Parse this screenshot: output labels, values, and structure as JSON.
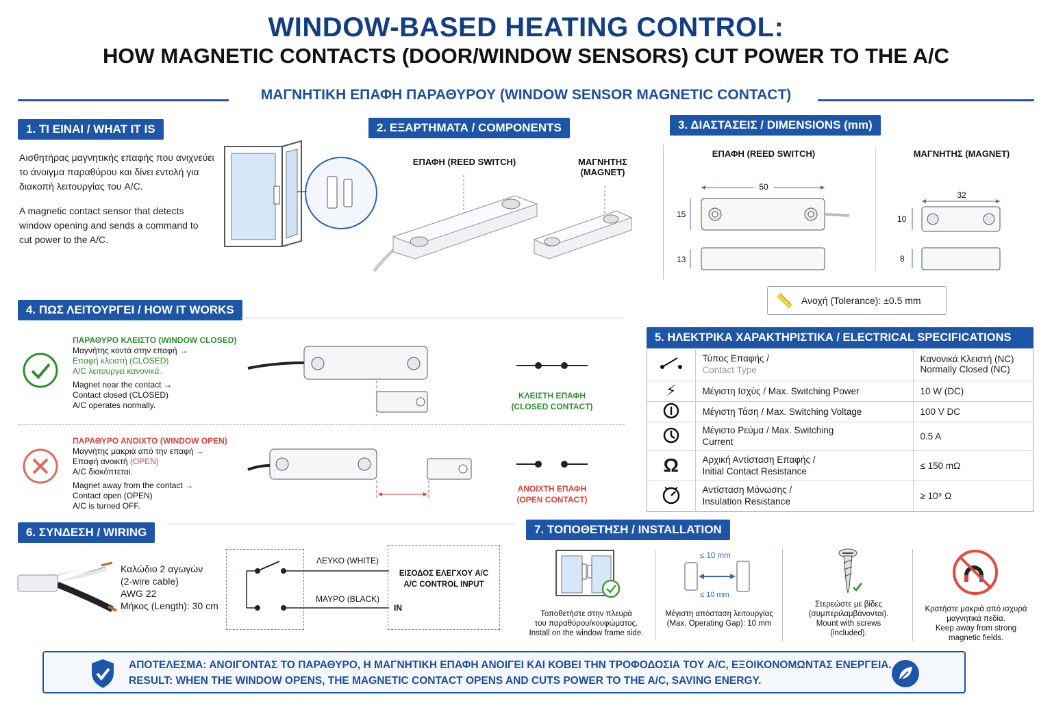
{
  "header": {
    "title": "WINDOW-BASED HEATING CONTROL:",
    "subtitle": "HOW MAGNETIC CONTACTS (DOOR/WINDOW SENSORS) CUT POWER TO THE A/C",
    "section_title": "ΜΑΓΝΗΤΙΚΗ ΕΠΑΦΗ ΠΑΡΑΘΥΡΟΥ (WINDOW SENSOR MAGNETIC CONTACT)"
  },
  "what_it_is": {
    "heading": "1. ΤΙ ΕΙΝΑΙ / WHAT IT IS",
    "greek": [
      "Αισθητήρας μαγνητικής επαφής που ανιχνεύει",
      "το άνοιγμα παραθύρου και δίνει εντολή για",
      "διακοπή λειτουργίας του A/C."
    ],
    "english": [
      "A magnetic contact sensor that detects",
      "window opening and sends a command to",
      "cut power to the A/C."
    ]
  },
  "components": {
    "heading": "2. ΕΞΑΡΤΗΜΑΤΑ / COMPONENTS",
    "reed_label": "ΕΠΑΦΗ (REED SWITCH)",
    "magnet_label_1": "ΜΑΓΝΗΤΗΣ",
    "magnet_label_2": "(MAGNET)"
  },
  "dimensions": {
    "heading": "3. ΔΙΑΣΤΑΣΕΙΣ / DIMENSIONS (mm)",
    "reed_label": "ΕΠΑΦΗ (REED SWITCH)",
    "magnet_label": "ΜΑΓΝΗΤΗΣ (MAGNET)",
    "reed_length": "50",
    "reed_height": "15",
    "reed_base_height": "13",
    "magnet_length": "32",
    "magnet_height": "10",
    "magnet_base_height": "8",
    "tolerance": "Ανοχή (Tolerance): ±0.5 mm"
  },
  "how_it_works": {
    "heading": "4. ΠΩΣ ΛΕΙΤΟΥΡΓΕΙ / HOW IT WORKS",
    "closed": {
      "title": "ΠΑΡΑΘΥΡΟ ΚΛΕΙΣΤΟ (WINDOW CLOSED)",
      "l1": "Μαγνήτης κοντά στην επαφή →",
      "l2": "Επαφή κλειστή (CLOSED)",
      "l3": "A/C λειτουργεί κανονικά.",
      "e1": "Magnet near the contact →",
      "e2": "Contact closed (CLOSED)",
      "e3": "A/C operates normally.",
      "state_1": "ΚΛΕΙΣΤΗ ΕΠΑΦΗ",
      "state_2": "(CLOSED CONTACT)"
    },
    "open": {
      "title": "ΠΑΡΑΘΥΡΟ ΑΝΟΙΧΤΟ (WINDOW OPEN)",
      "l1": "Μαγνήτης μακριά από την επαφή →",
      "l2a": "Επαφή ανοικτή ",
      "l2b": "(OPEN)",
      "l3": "A/C διακόπτεται.",
      "e1": "Magnet away from the contact →",
      "e2": "Contact open (OPEN)",
      "e3": "A/C is turned OFF.",
      "state_1": "ΑΝΟΙΧΤΗ ΕΠΑΦΗ",
      "state_2": "(OPEN CONTACT)"
    }
  },
  "electrical": {
    "heading": "5. ΗΛΕΚΤΡΙΚΑ ΧΑΡΑΚΤΗΡΙΣΤΙΚΑ / ELECTRICAL SPECIFICATIONS",
    "rows": [
      {
        "icon": "switch-icon",
        "name_1": "Τύπος Επαφής /",
        "name_2": "Contact Type",
        "value_1": "Κανονικά Κλειστή (NC)",
        "value_2": "Normally Closed (NC)"
      },
      {
        "icon": "lightning-icon",
        "name_1": "Μέγιστη Ισχύς / Max. Switching Power",
        "name_2": "",
        "value_1": "10 W (DC)",
        "value_2": ""
      },
      {
        "icon": "voltage-icon",
        "name_1": "Μέγιστη Τάση / Max. Switching Voltage",
        "name_2": "",
        "value_1": "100 V DC",
        "value_2": ""
      },
      {
        "icon": "current-icon",
        "name_1": "Μέγιστο Ρεύμα / Max. Switching",
        "name_2": "Current",
        "value_1": "0.5 A",
        "value_2": ""
      },
      {
        "icon": "ohm-icon",
        "name_1": "Αρχική Αντίσταση Επαφής /",
        "name_2": "Initial Contact Resistance",
        "value_1": "≤ 150 mΩ",
        "value_2": ""
      },
      {
        "icon": "insulation-icon",
        "name_1": "Αντίσταση Μόνωσης /",
        "name_2": "Insulation Resistance",
        "value_1": "≥ 10⁹ Ω",
        "value_2": ""
      }
    ]
  },
  "wiring": {
    "heading": "6. ΣΥΝΔΕΣΗ / WIRING",
    "cable_1": "Καλώδιο 2 αγωγών",
    "cable_2": "(2-wire cable)",
    "cable_3": "AWG 22",
    "cable_4": "Μήκος (Length): 30 cm",
    "white_wire": "ΛΕΥΚΟ (WHITE)",
    "black_wire": "ΜΑΥΡΟ (BLACK)",
    "input_1": "ΕΙΣΟΔΟΣ ΕΛΕΓΧΟΥ A/C",
    "input_2": "A/C CONTROL INPUT",
    "input_pin": "IN"
  },
  "installation": {
    "heading": "7. ΤΟΠΟΘΕΤΗΣΗ / INSTALLATION",
    "gap_top": "≤ 10 mm",
    "gap_bottom": "≤ 10 mm",
    "items": [
      {
        "l1": "Τοποθετήστε στην πλευρά",
        "l2": "του παραθύρου/κουφώματος.",
        "l3": "Install on the window frame side.",
        "l4": ""
      },
      {
        "l1": "Μέγιστη απόσταση λειτουργίας",
        "l2": "(Max. Operating Gap): 10 mm",
        "l3": "",
        "l4": ""
      },
      {
        "l1": "Στερεώστε με βίδες",
        "l2": "(συμπεριλαμβάνονται).",
        "l3": "Mount with screws",
        "l4": "(included)."
      },
      {
        "l1": "Κρατήστε μακριά από ισχυρά",
        "l2": "μαγνητικά πεδία.",
        "l3": "Keep away from strong",
        "l4": "magnetic fields."
      }
    ]
  },
  "result": {
    "greek": "ΑΠΟΤΕΛΕΣΜΑ: ΑΝΟΙΓΟΝΤΑΣ ΤΟ ΠΑΡΑΘΥΡΟ, Η ΜΑΓΝΗΤΙΚΗ ΕΠΑΦΗ ΑΝΟΙΓΕΙ ΚΑΙ ΚΟΒΕΙ ΤΗΝ ΤΡΟΦΟΔΟΣΙΑ ΤΟΥ A/C, ΕΞΟΙΚΟΝΟΜΩΝΤΑΣ ΕΝΕΡΓΕΙΑ.",
    "english": "RESULT: WHEN THE WINDOW OPENS, THE MAGNETIC CONTACT OPENS AND CUTS POWER TO THE A/C, SAVING ENERGY."
  },
  "colors": {
    "brand_blue": "#1d55a8",
    "ok_green": "#2f8c2c",
    "alert_red": "#d9403a"
  }
}
